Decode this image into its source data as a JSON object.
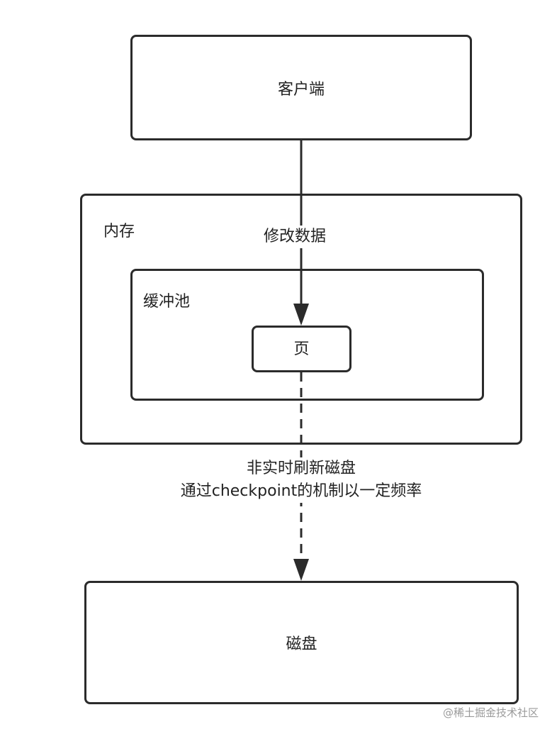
{
  "nodes": {
    "client": {
      "label": "客户端"
    },
    "memory": {
      "label": "内存"
    },
    "buffer_pool": {
      "label": "缓冲池"
    },
    "page": {
      "label": "页"
    },
    "disk": {
      "label": "磁盘"
    }
  },
  "edges": {
    "client_to_page": {
      "label": "修改数据",
      "style": "solid"
    },
    "page_to_disk": {
      "line1": "非实时刷新磁盘",
      "line2": "通过checkpoint的机制以一定频率",
      "style": "dashed"
    }
  },
  "watermark": "@稀土掘金技术社区",
  "colors": {
    "stroke": "#2b2b2b",
    "text": "#222222",
    "watermark": "#9a9a9a"
  }
}
